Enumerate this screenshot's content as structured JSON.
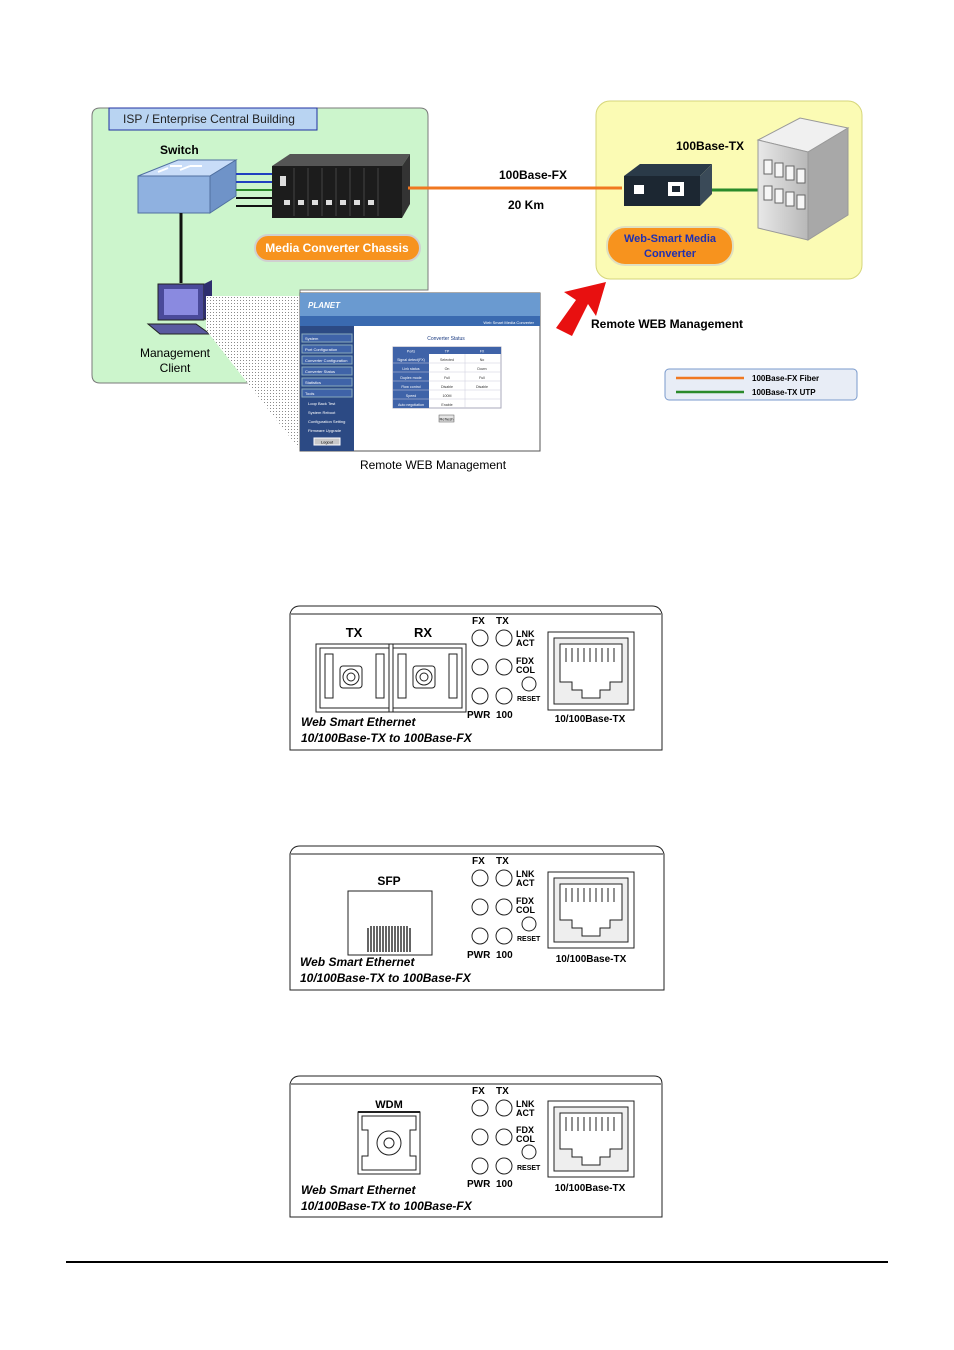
{
  "network": {
    "building_label": "ISP / Enterprise Central Building",
    "switch_label": "Switch",
    "chassis_label": "Media Converter Chassis",
    "fx_label": "100Base-FX",
    "distance_label": "20 Km",
    "tx_label": "100Base-TX",
    "converter_label_1": "Web-Smart Media",
    "converter_label_2": "Converter",
    "remote_mgmt_label": "Remote WEB Management",
    "mgmt_client_1": "Management",
    "mgmt_client_2": "Client",
    "screenshot_caption": "Remote WEB Management",
    "legend": [
      "100Base-FX Fiber",
      "100Base-TX UTP"
    ],
    "colors": {
      "fiber": "#f07820",
      "utp": "#2a8a2a",
      "building_bg": "#ccf5cc",
      "remote_bg": "#fbfbb4",
      "chassis_label_bg": "#f7931e"
    }
  },
  "web_ui": {
    "brand": "PLANET",
    "product": "Web Smart Media Converter",
    "status_title": "Converter Status",
    "menu": [
      "System",
      "Port Configuration",
      "Converter Configuration",
      "Converter Status",
      "Statistics",
      "Tools"
    ],
    "submenu": [
      "Loop Back Test",
      "System Reboot",
      "Configuration Setting",
      "Firmware Upgrade"
    ],
    "logout": "Logout",
    "table_header": [
      "Ports",
      "TP",
      "FX"
    ],
    "table_rows": [
      [
        "Signal detect(FX)",
        "Selected",
        "No"
      ],
      [
        "Link status",
        "On",
        "Down"
      ],
      [
        "Duplex mode",
        "Full",
        "Full"
      ],
      [
        "Flow control",
        "Disable",
        "Disable"
      ],
      [
        "Speed",
        "100M",
        ""
      ],
      [
        "Auto negotiation",
        "Enable",
        ""
      ]
    ],
    "refresh": "Refresh"
  },
  "panels": [
    {
      "connector_labels": [
        "TX",
        "RX"
      ],
      "led_top": [
        "FX",
        "TX"
      ],
      "led_right": [
        "LNK",
        "ACT",
        "FDX",
        "COL"
      ],
      "reset": "RESET",
      "led_bottom": [
        "PWR",
        "100"
      ],
      "port_label": "10/100Base-TX",
      "line1": "Web Smart Ethernet",
      "line2": "10/100Base-TX to 100Base-FX"
    },
    {
      "connector_labels": [
        "SFP"
      ],
      "led_top": [
        "FX",
        "TX"
      ],
      "led_right": [
        "LNK",
        "ACT",
        "FDX",
        "COL"
      ],
      "reset": "RESET",
      "led_bottom": [
        "PWR",
        "100"
      ],
      "port_label": "10/100Base-TX",
      "line1": "Web Smart Ethernet",
      "line2": "10/100Base-TX to 100Base-FX"
    },
    {
      "connector_labels": [
        "WDM"
      ],
      "led_top": [
        "FX",
        "TX"
      ],
      "led_right": [
        "LNK",
        "ACT",
        "FDX",
        "COL"
      ],
      "reset": "RESET",
      "led_bottom": [
        "PWR",
        "100"
      ],
      "port_label": "10/100Base-TX",
      "line1": "Web Smart Ethernet",
      "line2": "10/100Base-TX to 100Base-FX"
    }
  ]
}
